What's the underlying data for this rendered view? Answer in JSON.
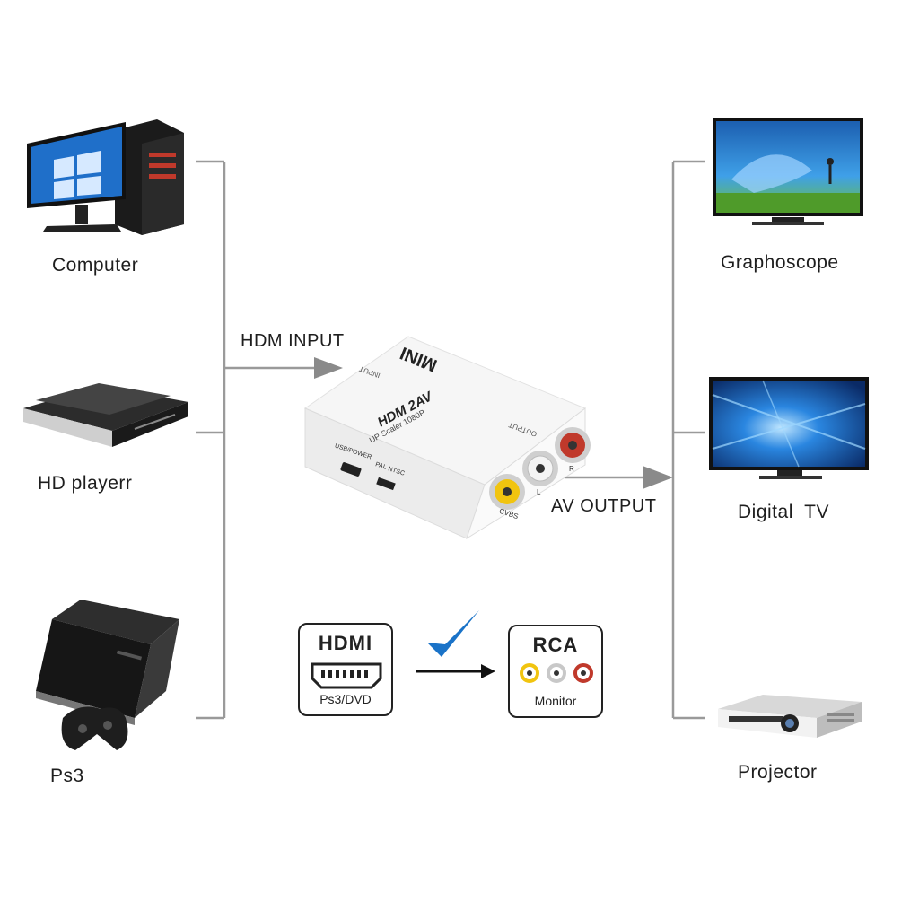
{
  "sources": {
    "computer": "Computer",
    "hd_player": "HD playerr",
    "ps3": "Ps3"
  },
  "outputs": {
    "graphoscope": "Graphoscope",
    "digital_tv": "Digital  TV",
    "projector": "Projector"
  },
  "flow": {
    "input_label": "HDM INPUT",
    "output_label": "AV OUTPUT"
  },
  "device": {
    "brand": "MINI",
    "model": "HDM 2AV",
    "subtitle": "UP Scaler 1080P",
    "input_port": "INPUT",
    "output_port": "OUTPUT",
    "usb_label": "USB/POWER",
    "pal_label": "PAL",
    "ntsc_label": "NTSC",
    "cvbs_label": "CVBS",
    "l_label": "L",
    "r_label": "R"
  },
  "legend": {
    "hdmi_title": "HDMI",
    "hdmi_sub": "Ps3/DVD",
    "rca_title": "RCA",
    "rca_sub": "Monitor"
  },
  "colors": {
    "line": "#9a9a9a",
    "check": "#1a73c8",
    "rca_yellow": "#f1c40f",
    "rca_white": "#e8e8e8",
    "rca_red": "#c0392b"
  }
}
